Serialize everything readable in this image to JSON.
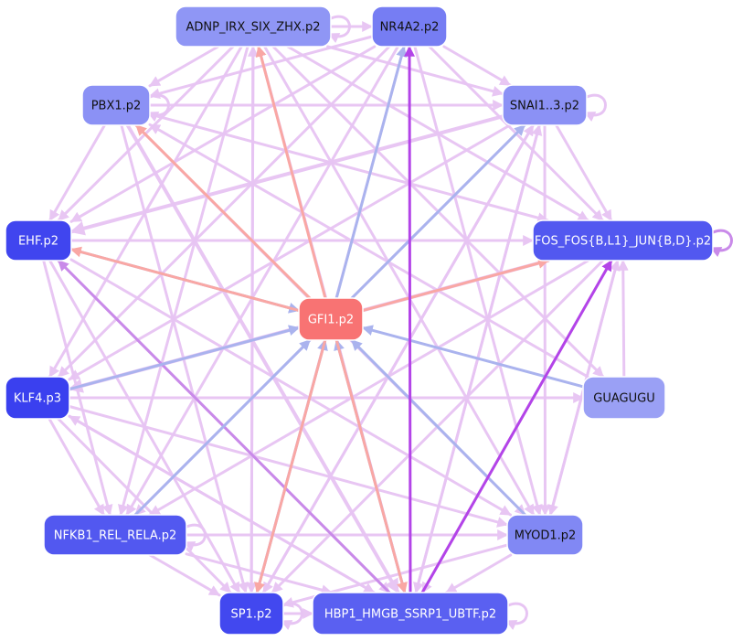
{
  "colors": {
    "pink_edge": "#e7c4f3",
    "salmon_edge": "#f9a7a4",
    "blue_edge": "#aab3ee",
    "purple_edge": "#b344e8",
    "mid_purple_edge": "#c98ae9"
  },
  "nodes": [
    {
      "id": "adnp",
      "label": "ADNP_IRX_SIX_ZHX.p2",
      "fill": "#8f96f5",
      "text": "#111111"
    },
    {
      "id": "nr4a2",
      "label": "NR4A2.p2",
      "fill": "#767df3",
      "text": "#111111"
    },
    {
      "id": "pbx1",
      "label": "PBX1.p2",
      "fill": "#8b91f5",
      "text": "#111111"
    },
    {
      "id": "snai",
      "label": "SNAI1..3.p2",
      "fill": "#8b91f5",
      "text": "#111111"
    },
    {
      "id": "ehf",
      "label": "EHF.p2",
      "fill": "#4045ef",
      "text": "#ffffff"
    },
    {
      "id": "fos",
      "label": "FOS_FOS{B,L1}_JUN{B,D}.p2",
      "fill": "#5258f0",
      "text": "#ffffff"
    },
    {
      "id": "gfi1",
      "label": "GFI1.p2",
      "fill": "#f87373",
      "text": "#ffffff"
    },
    {
      "id": "klf4",
      "label": "KLF4.p3",
      "fill": "#3a40ef",
      "text": "#ffffff"
    },
    {
      "id": "guagugu",
      "label": "GUAGUGU",
      "fill": "#9aa0f5",
      "text": "#111111"
    },
    {
      "id": "nfkb1",
      "label": "NFKB1_REL_RELA.p2",
      "fill": "#5258f0",
      "text": "#ffffff"
    },
    {
      "id": "myod1",
      "label": "MYOD1.p2",
      "fill": "#8188f4",
      "text": "#111111"
    },
    {
      "id": "sp1",
      "label": "SP1.p2",
      "fill": "#4248ef",
      "text": "#ffffff"
    },
    {
      "id": "hbp1",
      "label": "HBP1_HMGB_SSRP1_UBTF.p2",
      "fill": "#5a60f1",
      "text": "#ffffff"
    }
  ],
  "edges": [
    {
      "from": "gfi1",
      "to": "adnp",
      "kind": "salmon",
      "w": 3
    },
    {
      "from": "gfi1",
      "to": "pbx1",
      "kind": "salmon",
      "w": 3
    },
    {
      "from": "gfi1",
      "to": "ehf",
      "kind": "salmon",
      "w": 3
    },
    {
      "from": "gfi1",
      "to": "fos",
      "kind": "salmon",
      "w": 3
    },
    {
      "from": "gfi1",
      "to": "sp1",
      "kind": "salmon",
      "w": 3
    },
    {
      "from": "gfi1",
      "to": "hbp1",
      "kind": "salmon",
      "w": 3
    },
    {
      "from": "gfi1",
      "to": "nr4a2",
      "kind": "blue",
      "w": 3
    },
    {
      "from": "gfi1",
      "to": "snai",
      "kind": "blue",
      "w": 3
    },
    {
      "from": "ehf",
      "to": "gfi1",
      "kind": "blue",
      "w": 3
    },
    {
      "from": "klf4",
      "to": "gfi1",
      "kind": "blue",
      "w": 3
    },
    {
      "from": "guagugu",
      "to": "gfi1",
      "kind": "blue",
      "w": 3
    },
    {
      "from": "nfkb1",
      "to": "gfi1",
      "kind": "blue",
      "w": 3
    },
    {
      "from": "myod1",
      "to": "gfi1",
      "kind": "blue",
      "w": 3
    },
    {
      "from": "sp1",
      "to": "gfi1",
      "kind": "blue",
      "w": 3
    },
    {
      "from": "hbp1",
      "to": "gfi1",
      "kind": "blue",
      "w": 3
    },
    {
      "from": "hbp1",
      "to": "fos",
      "kind": "purple",
      "w": 3
    },
    {
      "from": "hbp1",
      "to": "nr4a2",
      "kind": "purple",
      "w": 3
    },
    {
      "from": "hbp1",
      "to": "ehf",
      "kind": "midpurple",
      "w": 3
    },
    {
      "from": "adnp",
      "to": "nr4a2",
      "kind": "pink",
      "w": 3
    },
    {
      "from": "adnp",
      "to": "pbx1",
      "kind": "pink",
      "w": 3
    },
    {
      "from": "adnp",
      "to": "snai",
      "kind": "pink",
      "w": 3
    },
    {
      "from": "adnp",
      "to": "ehf",
      "kind": "pink",
      "w": 3
    },
    {
      "from": "adnp",
      "to": "fos",
      "kind": "pink",
      "w": 3
    },
    {
      "from": "adnp",
      "to": "klf4",
      "kind": "pink",
      "w": 3
    },
    {
      "from": "adnp",
      "to": "nfkb1",
      "kind": "pink",
      "w": 3
    },
    {
      "from": "adnp",
      "to": "myod1",
      "kind": "pink",
      "w": 3
    },
    {
      "from": "adnp",
      "to": "sp1",
      "kind": "pink",
      "w": 3
    },
    {
      "from": "adnp",
      "to": "hbp1",
      "kind": "pink",
      "w": 3
    },
    {
      "from": "adnp",
      "to": "guagugu",
      "kind": "pink",
      "w": 3
    },
    {
      "from": "nr4a2",
      "to": "pbx1",
      "kind": "pink",
      "w": 3
    },
    {
      "from": "nr4a2",
      "to": "snai",
      "kind": "pink",
      "w": 3
    },
    {
      "from": "nr4a2",
      "to": "ehf",
      "kind": "pink",
      "w": 3
    },
    {
      "from": "nr4a2",
      "to": "fos",
      "kind": "pink",
      "w": 3
    },
    {
      "from": "nr4a2",
      "to": "klf4",
      "kind": "pink",
      "w": 3
    },
    {
      "from": "nr4a2",
      "to": "nfkb1",
      "kind": "pink",
      "w": 3
    },
    {
      "from": "nr4a2",
      "to": "myod1",
      "kind": "pink",
      "w": 3
    },
    {
      "from": "nr4a2",
      "to": "sp1",
      "kind": "pink",
      "w": 3
    },
    {
      "from": "pbx1",
      "to": "snai",
      "kind": "pink",
      "w": 3
    },
    {
      "from": "pbx1",
      "to": "fos",
      "kind": "pink",
      "w": 3
    },
    {
      "from": "pbx1",
      "to": "sp1",
      "kind": "pink",
      "w": 3
    },
    {
      "from": "pbx1",
      "to": "hbp1",
      "kind": "pink",
      "w": 4
    },
    {
      "from": "pbx1",
      "to": "myod1",
      "kind": "pink",
      "w": 3
    },
    {
      "from": "pbx1",
      "to": "ehf",
      "kind": "pink",
      "w": 3
    },
    {
      "from": "snai",
      "to": "ehf",
      "kind": "pink",
      "w": 4
    },
    {
      "from": "snai",
      "to": "fos",
      "kind": "pink",
      "w": 3
    },
    {
      "from": "snai",
      "to": "klf4",
      "kind": "pink",
      "w": 3
    },
    {
      "from": "snai",
      "to": "nfkb1",
      "kind": "pink",
      "w": 3
    },
    {
      "from": "snai",
      "to": "sp1",
      "kind": "pink",
      "w": 3
    },
    {
      "from": "snai",
      "to": "hbp1",
      "kind": "pink",
      "w": 3
    },
    {
      "from": "snai",
      "to": "myod1",
      "kind": "pink",
      "w": 3
    },
    {
      "from": "ehf",
      "to": "fos",
      "kind": "pink",
      "w": 3
    },
    {
      "from": "ehf",
      "to": "sp1",
      "kind": "pink",
      "w": 3
    },
    {
      "from": "ehf",
      "to": "hbp1",
      "kind": "pink",
      "w": 3
    },
    {
      "from": "ehf",
      "to": "myod1",
      "kind": "pink",
      "w": 3
    },
    {
      "from": "ehf",
      "to": "nfkb1",
      "kind": "pink",
      "w": 3
    },
    {
      "from": "fos",
      "to": "klf4",
      "kind": "pink",
      "w": 4
    },
    {
      "from": "fos",
      "to": "nfkb1",
      "kind": "pink",
      "w": 3
    },
    {
      "from": "fos",
      "to": "sp1",
      "kind": "pink",
      "w": 3
    },
    {
      "from": "fos",
      "to": "hbp1",
      "kind": "pink",
      "w": 3
    },
    {
      "from": "fos",
      "to": "myod1",
      "kind": "pink",
      "w": 3
    },
    {
      "from": "klf4",
      "to": "nfkb1",
      "kind": "pink",
      "w": 3
    },
    {
      "from": "klf4",
      "to": "hbp1",
      "kind": "pink",
      "w": 3
    },
    {
      "from": "klf4",
      "to": "myod1",
      "kind": "pink",
      "w": 3
    },
    {
      "from": "klf4",
      "to": "sp1",
      "kind": "pink",
      "w": 3
    },
    {
      "from": "klf4",
      "to": "guagugu",
      "kind": "pink",
      "w": 3
    },
    {
      "from": "nfkb1",
      "to": "myod1",
      "kind": "pink",
      "w": 3
    },
    {
      "from": "nfkb1",
      "to": "hbp1",
      "kind": "pink",
      "w": 3
    },
    {
      "from": "nfkb1",
      "to": "sp1",
      "kind": "pink",
      "w": 3
    },
    {
      "from": "myod1",
      "to": "sp1",
      "kind": "pink",
      "w": 3
    },
    {
      "from": "myod1",
      "to": "hbp1",
      "kind": "pink",
      "w": 3
    },
    {
      "from": "myod1",
      "to": "fos",
      "kind": "pink",
      "w": 3
    },
    {
      "from": "sp1",
      "to": "hbp1",
      "kind": "pink",
      "w": 3
    },
    {
      "from": "hbp1",
      "to": "klf4",
      "kind": "pink",
      "w": 3
    },
    {
      "from": "hbp1",
      "to": "snai",
      "kind": "pink",
      "w": 3
    },
    {
      "from": "hbp1",
      "to": "adnp",
      "kind": "pink",
      "w": 3
    },
    {
      "from": "sp1",
      "to": "adnp",
      "kind": "pink",
      "w": 3
    },
    {
      "from": "sp1",
      "to": "snai",
      "kind": "pink",
      "w": 3
    },
    {
      "from": "guagugu",
      "to": "fos",
      "kind": "pink",
      "w": 3
    },
    {
      "from": "guagugu",
      "to": "pbx1",
      "kind": "pink",
      "w": 3
    }
  ],
  "self_loops": [
    "adnp",
    "pbx1",
    "snai",
    "fos",
    "nfkb1",
    "sp1",
    "hbp1"
  ]
}
